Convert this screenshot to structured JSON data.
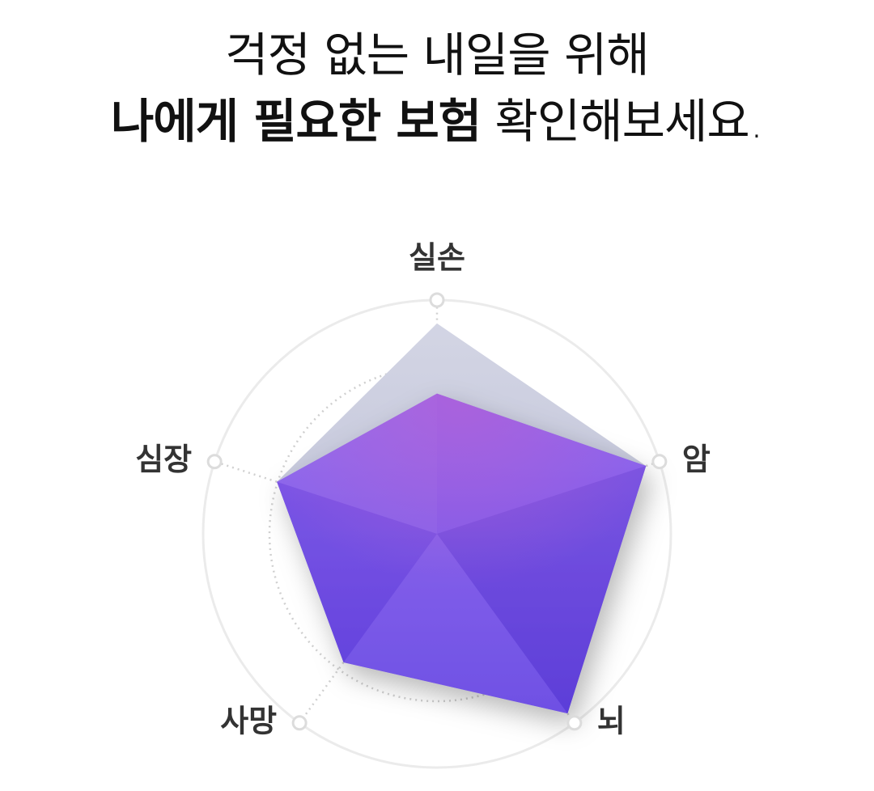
{
  "headline": {
    "line1": "걱정 없는 내일을 위해",
    "line2_bold": "나에게 필요한 보험",
    "line2_regular": "확인해보세요."
  },
  "chart_data": {
    "type": "radar",
    "categories": [
      "실손",
      "암",
      "뇌",
      "사망",
      "심장"
    ],
    "range": [
      0,
      1
    ],
    "grid": true,
    "series": [
      {
        "values": [
          0.9,
          0.94,
          0.95,
          0.68,
          0.72
        ],
        "color": "#c3c6dc"
      },
      {
        "values": [
          0.6,
          0.94,
          0.95,
          0.68,
          0.72
        ],
        "color": "#7448ec"
      }
    ]
  },
  "colors": {
    "background": "#ffffff",
    "text": "#111111",
    "label": "#333333",
    "grid": "#e6e6e6",
    "accent": "#7448ec",
    "comparison": "#c3c6dc"
  }
}
